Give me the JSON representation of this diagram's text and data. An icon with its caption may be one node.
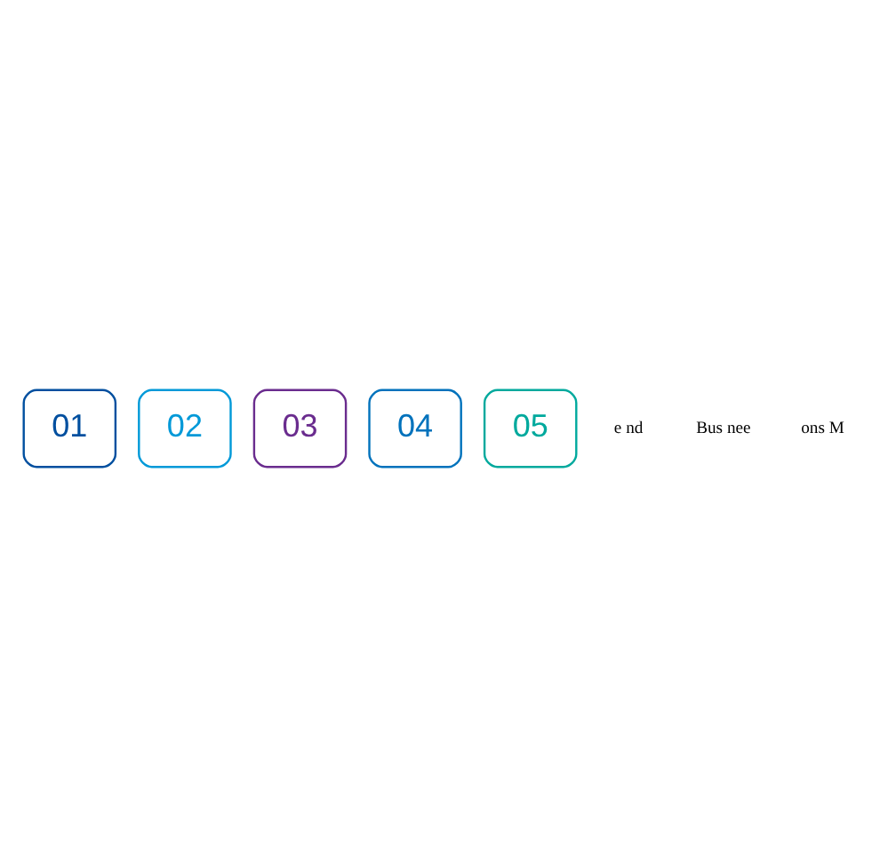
{
  "diagram": {
    "nodes": [
      {
        "text": [
          "01"
        ]
      },
      {
        "text": [
          "02"
        ]
      },
      {
        "text": [
          "03"
        ]
      },
      {
        "text": [
          "04"
        ]
      },
      {
        "text": [
          "05"
        ]
      }
    ],
    "labels": [
      "e nd",
      "Bus nee",
      "ons M"
    ]
  }
}
